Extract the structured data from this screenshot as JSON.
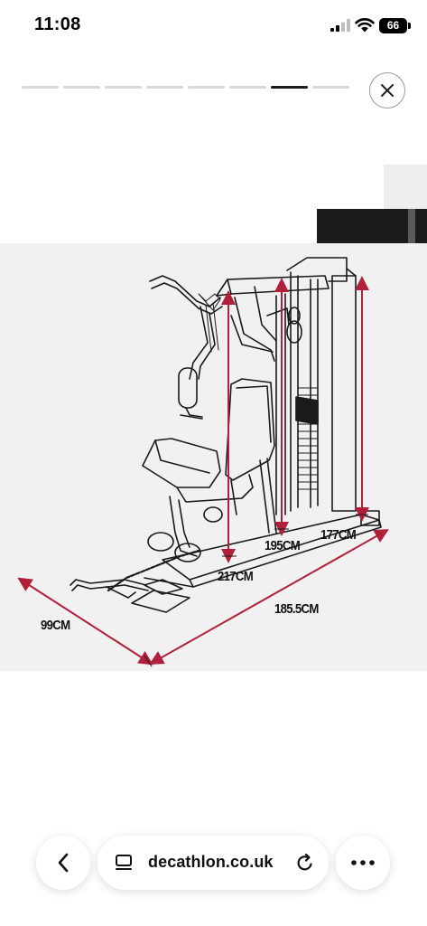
{
  "status_bar": {
    "time": "11:08",
    "battery": "66",
    "icons": [
      "signal-icon",
      "wifi-icon",
      "battery-icon"
    ]
  },
  "story": {
    "segments": 8,
    "active_segment": 7,
    "close_icon": "close-icon"
  },
  "product_image": {
    "dimensions": {
      "depth": "99CM",
      "length": "185.5CM",
      "height_217": "217CM",
      "height_195": "195CM",
      "height_177": "177CM"
    },
    "colors": {
      "arrow": "#b1203a",
      "line": "#1a1a1a",
      "background": "#f1f1f1"
    }
  },
  "toolbar": {
    "back_icon": "chevron-left-icon",
    "tabs_icon": "tabs-icon",
    "address": "decathlon.co.uk",
    "reload_icon": "reload-icon",
    "more_icon": "more-icon"
  }
}
